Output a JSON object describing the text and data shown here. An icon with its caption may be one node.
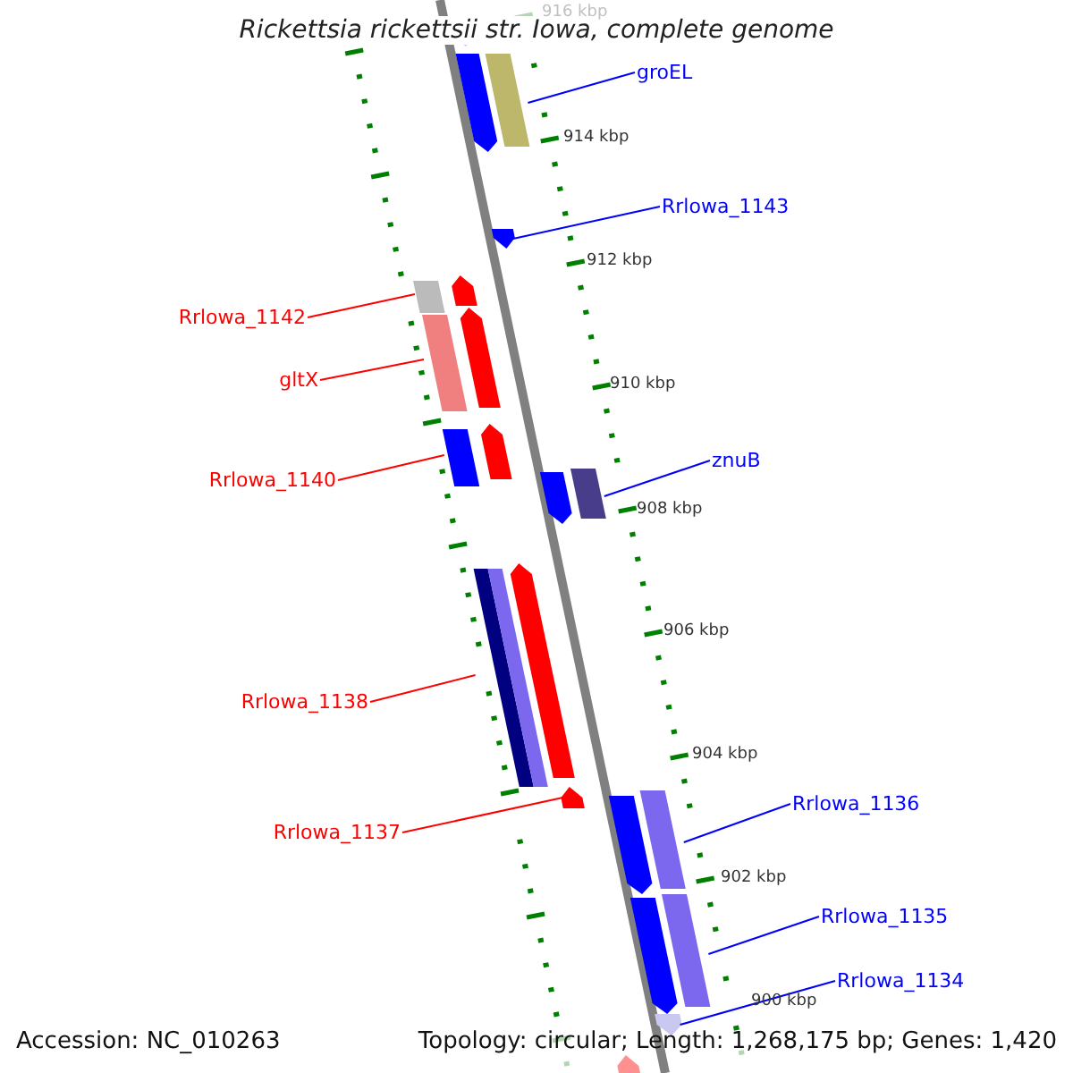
{
  "diagram": {
    "title": "Rickettsia rickettsii str. Iowa, complete genome",
    "nodes": [
      {
        "text": [
          "groEL"
        ]
      },
      {
        "text": [],
        "shape": "arrow"
      },
      {
        "text": [
          "Rrlowa_1143"
        ]
      },
      {
        "text": [],
        "shape": "arrow"
      },
      {
        "text": [
          "Rrlowa_1142"
        ]
      },
      {
        "text": [],
        "shape": "arrow"
      },
      {
        "text": [
          "gltX"
        ]
      },
      {
        "text": [],
        "shape": "arrow"
      },
      {
        "text": [
          "znuB"
        ]
      },
      {
        "text": [],
        "shape": "arrow"
      },
      {
        "text": [
          "Rrlowa_1140"
        ]
      },
      {
        "text": [],
        "shape": "arrow"
      },
      {
        "text": [
          "Rrlowa_1138"
        ]
      },
      {
        "text": [],
        "shape": "arrow"
      },
      {
        "text": [
          "Rrlowa_1136"
        ]
      },
      {
        "text": [],
        "shape": "arrow"
      },
      {
        "text": [
          "Rrlowa_1137"
        ]
      },
      {
        "text": [],
        "shape": "arrow"
      },
      {
        "text": [
          "Rrlowa_1135"
        ]
      },
      {
        "text": [],
        "shape": "arrow"
      },
      {
        "text": [
          "Rrlowa_1134"
        ]
      },
      {
        "text": [],
        "shape": "arrow"
      }
    ],
    "edges": [
      {
        "from": 0,
        "to": 1,
        "arrow": "none"
      },
      {
        "from": 2,
        "to": 3,
        "arrow": "none"
      },
      {
        "from": 4,
        "to": 5,
        "arrow": "none",
        "color": "#ff0000"
      },
      {
        "from": 6,
        "to": 7,
        "arrow": "none",
        "color": "#ff0000"
      },
      {
        "from": 8,
        "to": 9,
        "arrow": "none"
      },
      {
        "from": 10,
        "to": 11,
        "arrow": "none",
        "color": "#ff0000"
      },
      {
        "from": 12,
        "to": 13,
        "arrow": "none",
        "color": "#ff0000"
      },
      {
        "from": 14,
        "to": 15,
        "arrow": "none"
      },
      {
        "from": 16,
        "to": 17,
        "arrow": "none",
        "color": "#ff0000"
      },
      {
        "from": 18,
        "to": 19,
        "arrow": "none"
      },
      {
        "from": 20,
        "to": 21,
        "arrow": "none"
      }
    ],
    "labels": [
      "916 kbp",
      "914 kbp",
      "912 kbp",
      "910 kbp",
      "908 kbp",
      "906 kbp",
      "904 kbp",
      "902 kbp",
      "900 kbp",
      "Accession: NC_010263",
      "Topology: circular; Length: 1,268,175 bp; Genes: 1,420"
    ]
  }
}
